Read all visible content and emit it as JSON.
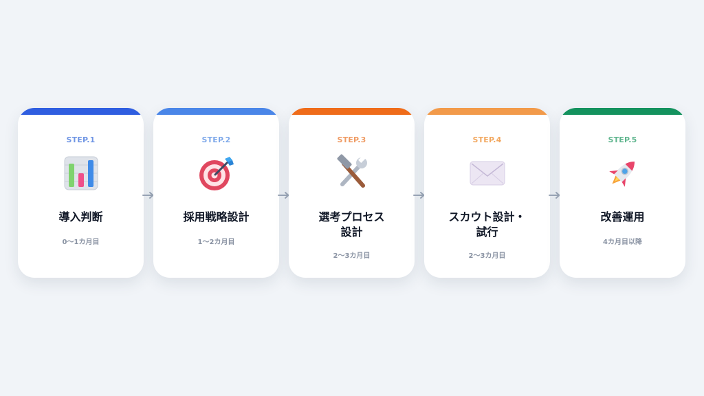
{
  "steps": [
    {
      "step": "STEP.1",
      "title_lines": [
        "導入判断"
      ],
      "duration": "0〜1カ月目",
      "color": "#2f5ee0",
      "icon": "bar-chart-icon"
    },
    {
      "step": "STEP.2",
      "title_lines": [
        "採用戦略設計"
      ],
      "duration": "1〜2カ月目",
      "color": "#4a86e8",
      "icon": "target-icon"
    },
    {
      "step": "STEP.3",
      "title_lines": [
        "選考プロセス",
        "設計"
      ],
      "duration": "2〜3カ月目",
      "color": "#ef6c1a",
      "icon": "tools-icon"
    },
    {
      "step": "STEP.4",
      "title_lines": [
        "スカウト設計・",
        "試行"
      ],
      "duration": "2〜3カ月目",
      "color": "#f29a4a",
      "icon": "envelope-icon"
    },
    {
      "step": "STEP.5",
      "title_lines": [
        "改善運用"
      ],
      "duration": "4カ月目以降",
      "color": "#14925e",
      "icon": "rocket-icon"
    }
  ],
  "arrow_color": "#9aa5b6"
}
